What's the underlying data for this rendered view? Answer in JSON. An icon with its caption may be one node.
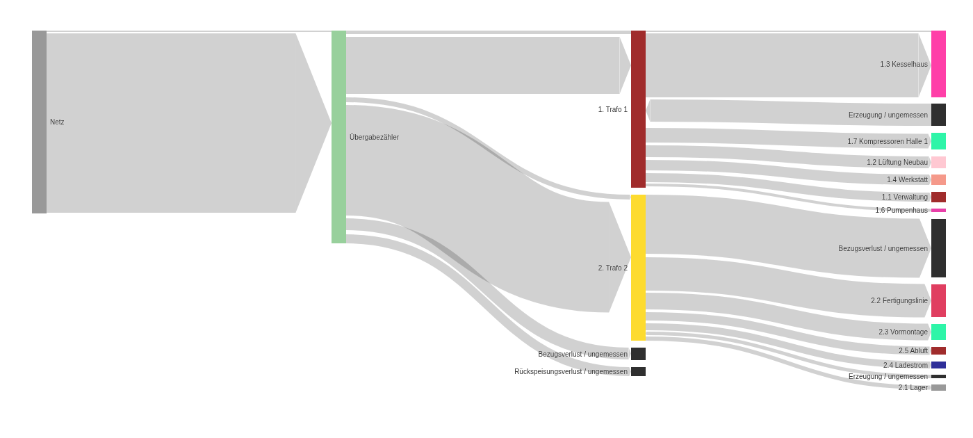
{
  "diagram": {
    "nodes": [
      {
        "text": [
          "Netz"
        ]
      },
      {
        "text": [
          "Übergabezähler"
        ]
      },
      {
        "text": [
          "1. Trafo 1"
        ]
      },
      {
        "text": [
          "2. Trafo 2"
        ]
      },
      {
        "text": [
          "Bezugsverlust / ungemessen"
        ]
      },
      {
        "text": [
          "Rückspeisungsverlust / ungemessen"
        ]
      },
      {
        "text": [
          "1.3 Kesselhaus"
        ]
      },
      {
        "text": [
          "Erzeugung / ungemessen"
        ]
      },
      {
        "text": [
          "1.7 Kompressoren Halle 1"
        ]
      },
      {
        "text": [
          "1.2 Lüftung Neubau"
        ]
      },
      {
        "text": [
          "1.4 Werkstatt"
        ]
      },
      {
        "text": [
          "1.1 Verwaltung"
        ]
      },
      {
        "text": [
          "1.6 Pumpenhaus"
        ]
      },
      {
        "text": [
          "Bezugsverlust / ungemessen"
        ]
      },
      {
        "text": [
          "2.2 Fertigungslinie"
        ]
      },
      {
        "text": [
          "2.3 Vormontage"
        ]
      },
      {
        "text": [
          "2.5 Abluft"
        ]
      },
      {
        "text": [
          "2.4 Ladestrom"
        ]
      },
      {
        "text": [
          "Erzeugung / ungemessen"
        ]
      },
      {
        "text": [
          "2.1 Lager"
        ]
      }
    ],
    "edges": [
      {
        "from": 0,
        "to": 1,
        "arrow": "none"
      },
      {
        "from": 0,
        "to": 1,
        "arrow": "to",
        "style": "thick"
      },
      {
        "from": 1,
        "to": 2,
        "arrow": "none"
      },
      {
        "from": 1,
        "to": 2,
        "arrow": "to",
        "style": "thick"
      },
      {
        "from": 1,
        "to": 3,
        "arrow": "to"
      },
      {
        "from": 1,
        "to": 3,
        "arrow": "to",
        "style": "thick"
      },
      {
        "from": 1,
        "to": 4,
        "arrow": "to"
      },
      {
        "from": 1,
        "to": 5,
        "arrow": "to"
      },
      {
        "from": 2,
        "to": 6,
        "arrow": "none"
      },
      {
        "from": 2,
        "to": 6,
        "arrow": "to",
        "style": "thick"
      },
      {
        "from": 7,
        "to": 2,
        "arrow": "to",
        "style": "thick"
      },
      {
        "from": 2,
        "to": 8,
        "arrow": "to"
      },
      {
        "from": 2,
        "to": 9,
        "arrow": "to"
      },
      {
        "from": 2,
        "to": 10,
        "arrow": "to"
      },
      {
        "from": 2,
        "to": 11,
        "arrow": "to"
      },
      {
        "from": 2,
        "to": 12,
        "arrow": "to"
      },
      {
        "from": 3,
        "to": 13,
        "arrow": "to",
        "style": "thick"
      },
      {
        "from": 3,
        "to": 14,
        "arrow": "to",
        "style": "thick"
      },
      {
        "from": 3,
        "to": 15,
        "arrow": "to"
      },
      {
        "from": 3,
        "to": 16,
        "arrow": "to"
      },
      {
        "from": 3,
        "to": 17,
        "arrow": "to"
      },
      {
        "from": 18,
        "to": 3,
        "arrow": "to"
      },
      {
        "from": 3,
        "to": 19,
        "arrow": "to"
      }
    ]
  }
}
